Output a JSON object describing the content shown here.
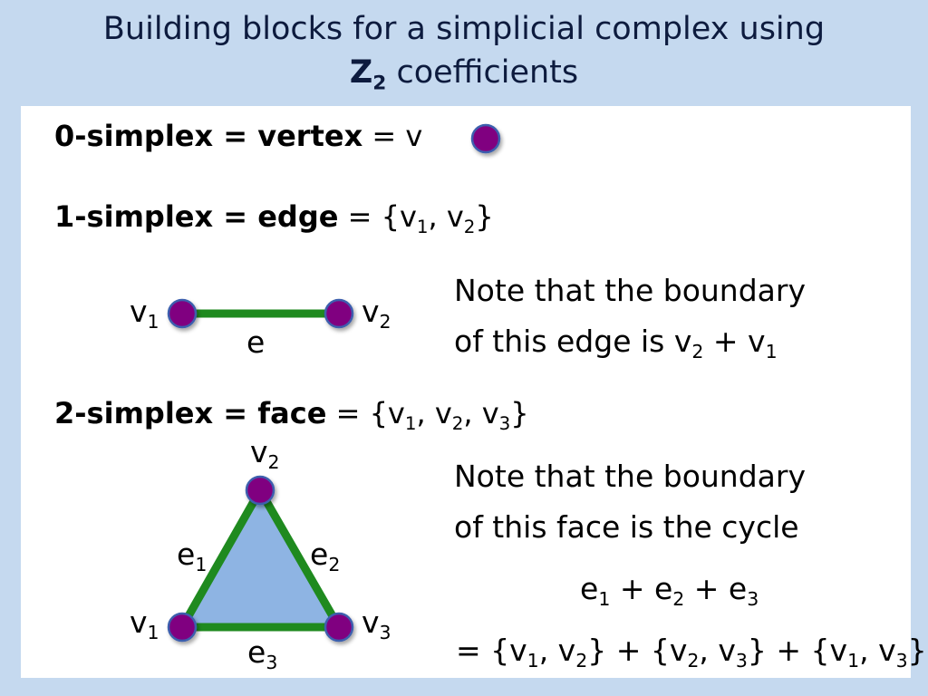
{
  "title": {
    "line1": "Building blocks for a simplicial complex using",
    "line2_symbol": "Z",
    "line2_symbol_sub": "2",
    "line2_rest": " coefficients"
  },
  "vertex_def": {
    "term": "0-simplex = vertex",
    "rest": " = v"
  },
  "edge_def": {
    "term": "1-simplex = edge",
    "rest_open": " = {v",
    "s1": "1",
    "sep": ", v",
    "s2": "2",
    "close": "}"
  },
  "edge_figure": {
    "v1": "v",
    "v1_sub": "1",
    "v2": "v",
    "v2_sub": "2",
    "edge": "e"
  },
  "edge_note": {
    "line1": "Note that the boundary",
    "line2_text": "of this edge is v",
    "s2": "2",
    "plus": " +  v",
    "s1": "1"
  },
  "face_def": {
    "term": "2-simplex = face",
    "rest_open": " = {v",
    "s1": "1",
    "sep1": ", v",
    "s2": "2",
    "sep2": ", v",
    "s3": "3",
    "close": "}"
  },
  "face_figure": {
    "v1": "v",
    "v1_sub": "1",
    "v2": "v",
    "v2_sub": "2",
    "v3": "v",
    "v3_sub": "3",
    "e1": "e",
    "e1_sub": "1",
    "e2": "e",
    "e2_sub": "2",
    "e3": "e",
    "e3_sub": "3"
  },
  "face_note": {
    "line1": "Note that the boundary",
    "line2": "of this face is the cycle"
  },
  "cycle_sum": {
    "a": "e",
    "a_sub": "1",
    "b": " + e",
    "b_sub": "2",
    "c": " +  e",
    "c_sub": "3"
  },
  "cycle_expansion": {
    "p1": "= {v",
    "s1": "1",
    "p2": ", v",
    "s2": "2",
    "p3": "} + {v",
    "s3": "2",
    "p4": ", v",
    "s4": "3",
    "p5": "} + {v",
    "s5": "1",
    "p6": ", v",
    "s6": "3",
    "p7": "}"
  },
  "colors": {
    "background": "#c5d9ef",
    "panel": "#ffffff",
    "vertex_fill": "#800080",
    "vertex_stroke": "#3d5fae",
    "edge": "#1f8a1f",
    "face_fill": "#8eb4e3"
  }
}
